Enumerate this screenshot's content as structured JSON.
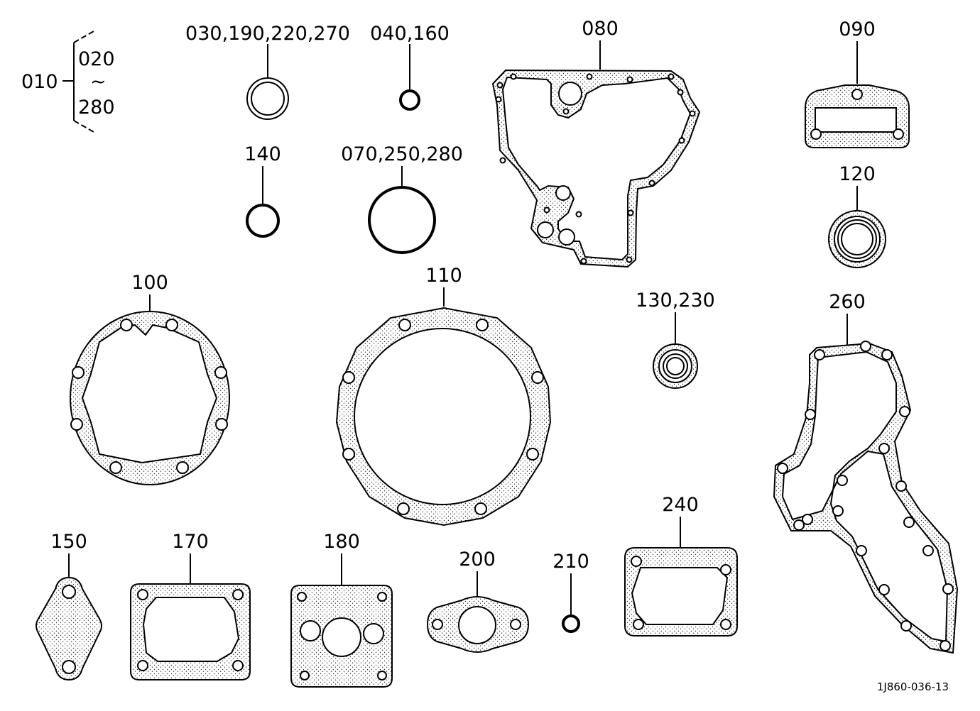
{
  "diagram": {
    "set_label": "010",
    "set_range_start": "020",
    "set_range_mark": "~",
    "set_range_end": "280",
    "drawing_number": "1J860-036-13"
  },
  "parts": [
    {
      "id": "p030",
      "label": "030,190,220,270"
    },
    {
      "id": "p040",
      "label": "040,160"
    },
    {
      "id": "p080",
      "label": "080"
    },
    {
      "id": "p090",
      "label": "090"
    },
    {
      "id": "p140",
      "label": "140"
    },
    {
      "id": "p070",
      "label": "070,250,280"
    },
    {
      "id": "p120",
      "label": "120"
    },
    {
      "id": "p100",
      "label": "100"
    },
    {
      "id": "p110",
      "label": "110"
    },
    {
      "id": "p130",
      "label": "130,230"
    },
    {
      "id": "p260",
      "label": "260"
    },
    {
      "id": "p150",
      "label": "150"
    },
    {
      "id": "p170",
      "label": "170"
    },
    {
      "id": "p180",
      "label": "180"
    },
    {
      "id": "p200",
      "label": "200"
    },
    {
      "id": "p210",
      "label": "210"
    },
    {
      "id": "p240",
      "label": "240"
    }
  ]
}
